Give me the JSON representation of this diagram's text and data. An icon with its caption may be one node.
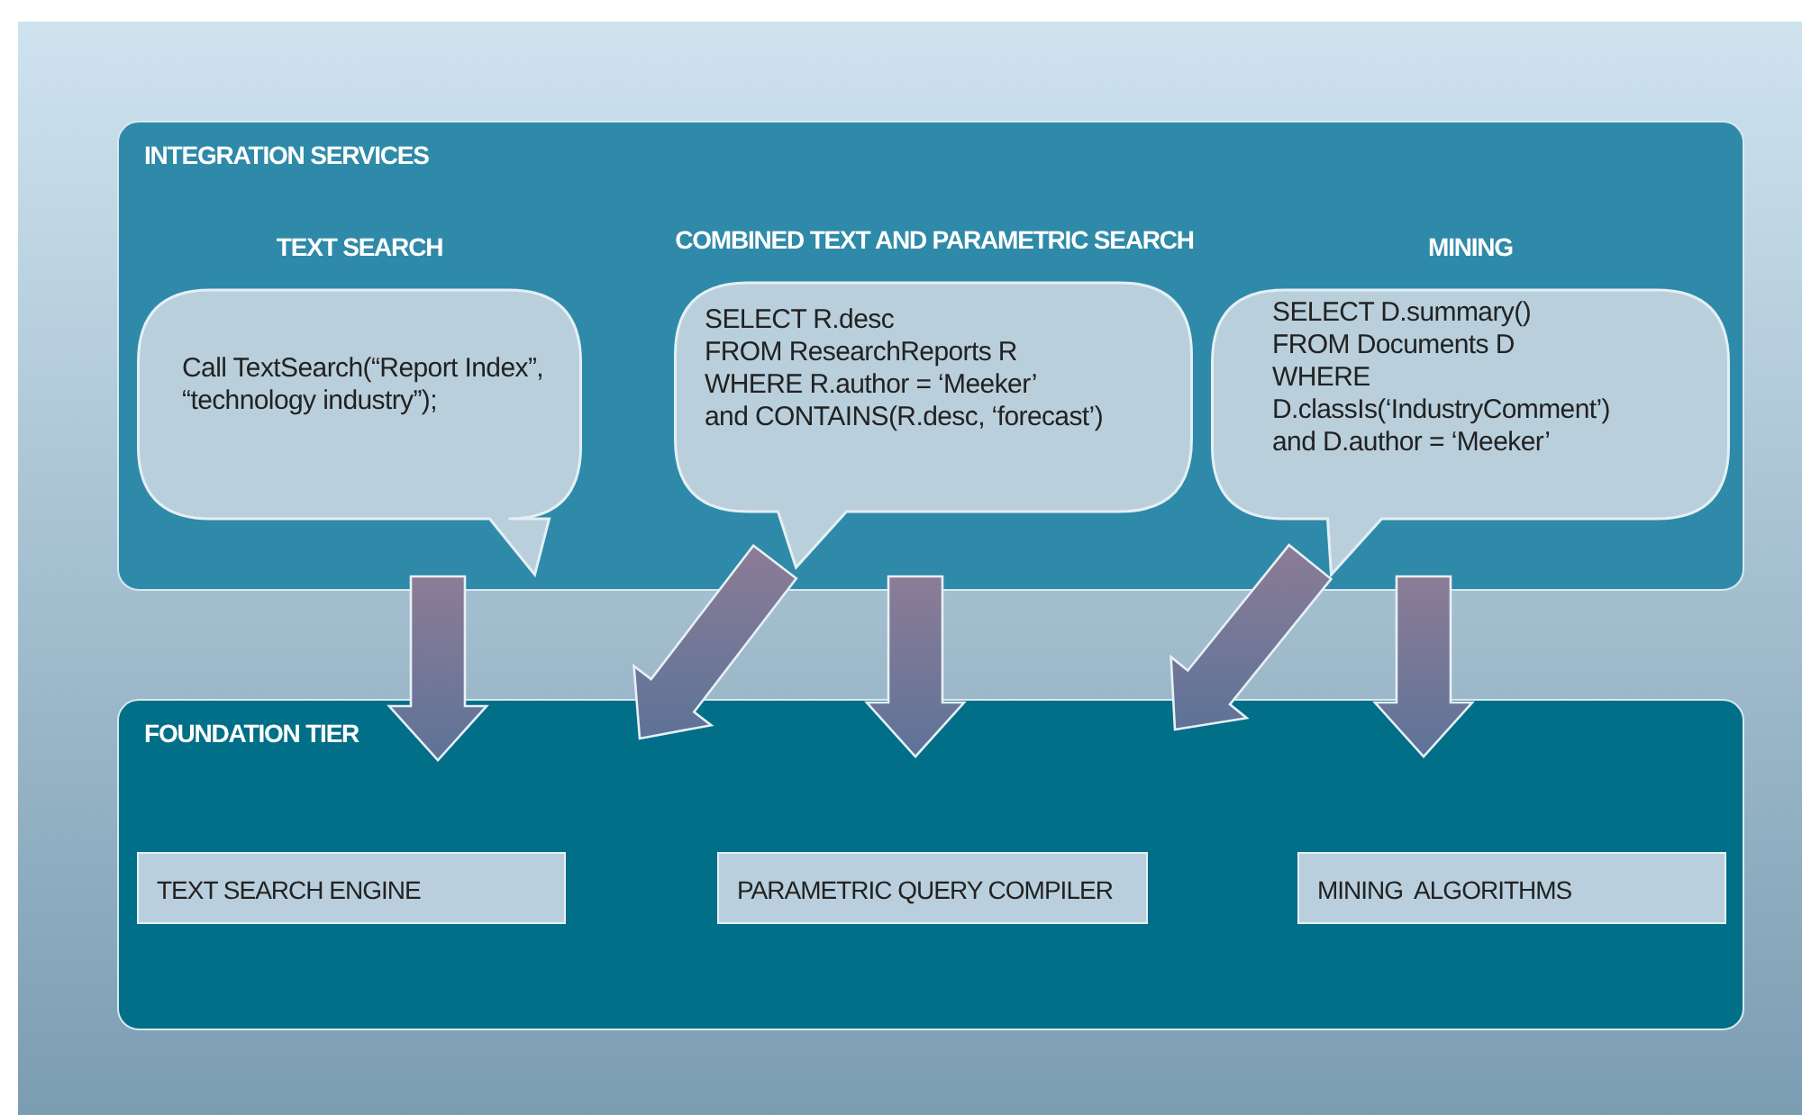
{
  "diagram": {
    "nodes": [
      {
        "text": [
          "INTEGRATION SERVICES"
        ]
      },
      {
        "text": [
          "TEXT SEARCH",
          "Call TextSearch(“Report Index”, “technology industry”);"
        ],
        "in": 0
      },
      {
        "text": [
          "COMBINED TEXT AND PARAMETRIC SEARCH",
          "SELECT R.desc",
          "FROM ResearchReports R",
          "WHERE R.author = ‘Meeker’",
          "and CONTAINS(R.desc, ‘forecast’)"
        ],
        "in": 0
      },
      {
        "text": [
          "MINING",
          "SELECT D.summary()",
          "FROM Documents D",
          "WHERE",
          "D.classIs(‘IndustryComment’)",
          "and D.author = ‘Meeker’"
        ],
        "in": 0
      },
      {
        "text": [
          "FOUNDATION TIER"
        ]
      },
      {
        "text": [
          "TEXT SEARCH ENGINE"
        ],
        "in": 4
      },
      {
        "text": [
          "PARAMETRIC QUERY COMPILER"
        ],
        "in": 4
      },
      {
        "text": [
          "MINING  ALGORITHMS"
        ],
        "in": 4
      }
    ],
    "edges": [
      {
        "from": 1,
        "to": 4,
        "arrow": "to"
      },
      {
        "from": 2,
        "to": 4,
        "arrow": "to"
      },
      {
        "from": 2,
        "to": 4,
        "arrow": "to"
      },
      {
        "from": 3,
        "to": 4,
        "arrow": "to"
      },
      {
        "from": 3,
        "to": 4,
        "arrow": "to"
      }
    ]
  }
}
